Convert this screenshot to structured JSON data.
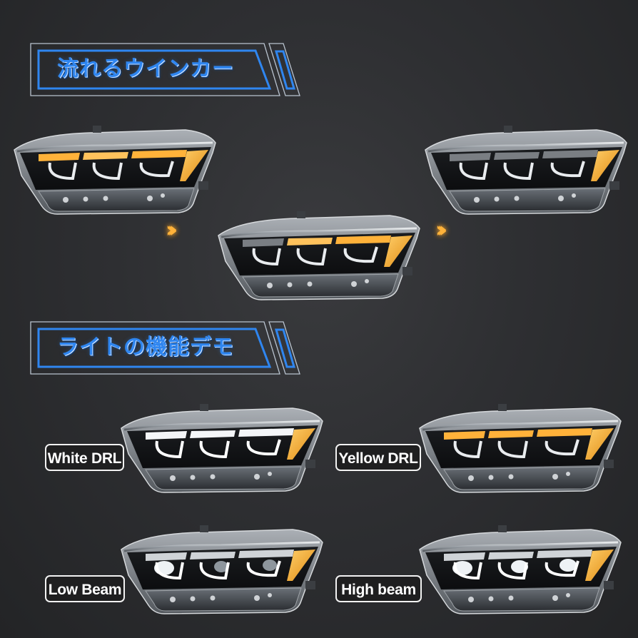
{
  "sections": [
    {
      "title": "流れるウインカー"
    },
    {
      "title": "ライトの機能デモ"
    }
  ],
  "sequential_turn_signal": {
    "arrows": [
      {
        "glyph": "›››",
        "icon": "chevron-right-triple"
      },
      {
        "glyph": "›››",
        "icon": "chevron-right-triple"
      }
    ],
    "frames": [
      {
        "name": "frame-1"
      },
      {
        "name": "frame-2"
      },
      {
        "name": "frame-3"
      }
    ]
  },
  "demo": {
    "labels": [
      {
        "text": "White DRL"
      },
      {
        "text": "Yellow DRL"
      },
      {
        "text": "Low Beam"
      },
      {
        "text": "High beam"
      }
    ]
  },
  "colors": {
    "accent_blue": "#2f86f0",
    "amber": "#ffb23a",
    "background": "#2e2f32",
    "label_border": "#f2f2f2"
  }
}
